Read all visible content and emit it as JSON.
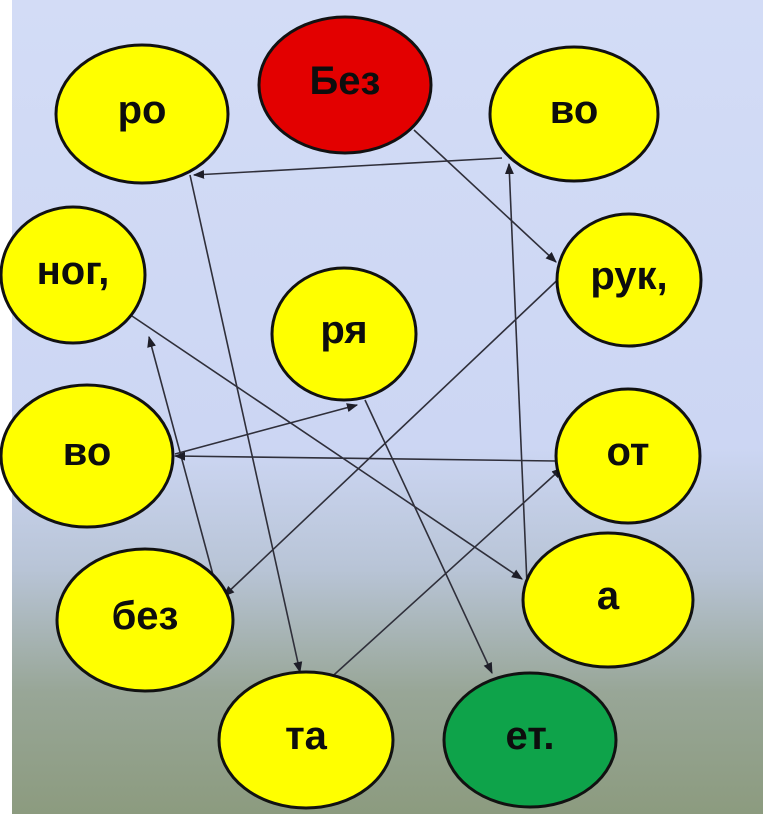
{
  "colors": {
    "default_node": "#ffff00",
    "start_node": "#e30000",
    "end_node": "#0ea34a",
    "edge": "#2f2f3a"
  },
  "nodes": [
    {
      "id": "bez_start",
      "label": "Без",
      "role": "start"
    },
    {
      "id": "ruk",
      "label": "рук,"
    },
    {
      "id": "bez",
      "label": "без"
    },
    {
      "id": "nog",
      "label": "ног,"
    },
    {
      "id": "a",
      "label": "а"
    },
    {
      "id": "vo_top",
      "label": "во"
    },
    {
      "id": "ro",
      "label": "ро"
    },
    {
      "id": "ta",
      "label": "та"
    },
    {
      "id": "ot",
      "label": "от"
    },
    {
      "id": "vo_left",
      "label": "во"
    },
    {
      "id": "rya",
      "label": "ря"
    },
    {
      "id": "et",
      "label": "ет.",
      "role": "end"
    }
  ],
  "edges": [
    {
      "from": "bez_start",
      "to": "ruk"
    },
    {
      "from": "ruk",
      "to": "bez"
    },
    {
      "from": "bez",
      "to": "nog"
    },
    {
      "from": "nog",
      "to": "a"
    },
    {
      "from": "a",
      "to": "vo_top"
    },
    {
      "from": "vo_top",
      "to": "ro"
    },
    {
      "from": "ro",
      "to": "ta"
    },
    {
      "from": "ta",
      "to": "ot"
    },
    {
      "from": "ot",
      "to": "vo_left"
    },
    {
      "from": "vo_left",
      "to": "rya"
    },
    {
      "from": "rya",
      "to": "et"
    }
  ]
}
